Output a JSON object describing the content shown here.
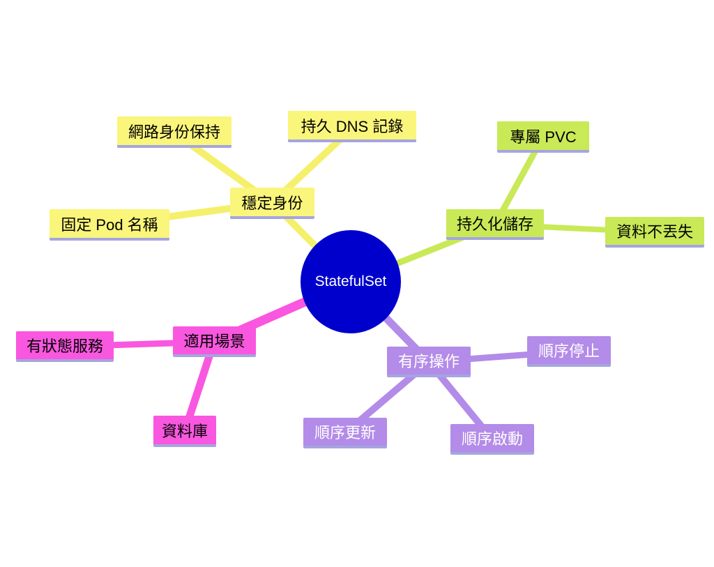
{
  "center": {
    "label": "StatefulSet"
  },
  "palette": {
    "center_fill": "#0000CC",
    "center_text": "#FFFFFF",
    "identity_branch": "#FAF57B",
    "storage_branch": "#C9E957",
    "scenario_branch": "#F957DF",
    "ordered_branch": "#B38BE8",
    "node_underline": "#A5A5DF",
    "node_text_dark": "#000000",
    "node_text_light": "#FFFFFF",
    "background": "#FFFFFF"
  },
  "branches": [
    {
      "name": "stable-identity",
      "label": "穩定身份",
      "children": [
        {
          "label": "網路身份保持"
        },
        {
          "label": "持久 DNS 記錄"
        },
        {
          "label": "固定 Pod 名稱"
        }
      ]
    },
    {
      "name": "persistent-storage",
      "label": "持久化儲存",
      "children": [
        {
          "label": "專屬 PVC"
        },
        {
          "label": "資料不丟失"
        }
      ]
    },
    {
      "name": "use-cases",
      "label": "適用場景",
      "children": [
        {
          "label": "有狀態服務"
        },
        {
          "label": "資料庫"
        }
      ]
    },
    {
      "name": "ordered-operations",
      "label": "有序操作",
      "children": [
        {
          "label": "順序停止"
        },
        {
          "label": "順序更新"
        },
        {
          "label": "順序啟動"
        }
      ]
    }
  ]
}
